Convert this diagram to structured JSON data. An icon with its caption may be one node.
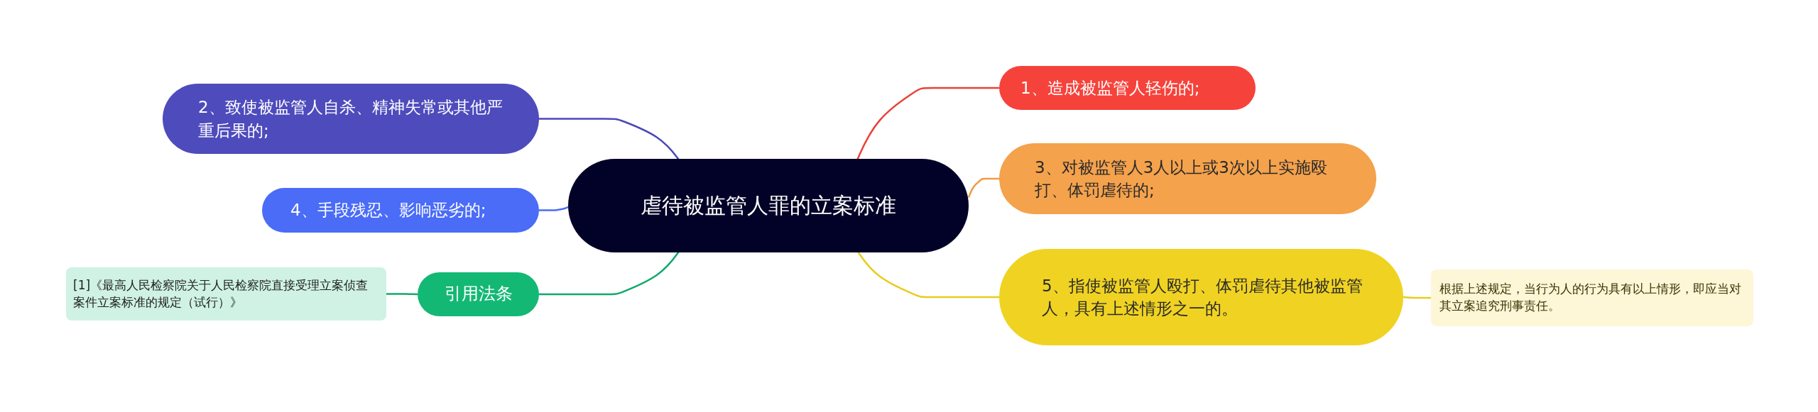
{
  "diagram": {
    "nodes": [
      {
        "text": [
          "虐待被监管人罪的立案标准"
        ]
      },
      {
        "text": [
          "1、造成被监管人轻伤的;"
        ]
      },
      {
        "text": [
          "2、致使被监管人自杀、精神失常或其他严重后果的;"
        ]
      },
      {
        "text": [
          "3、对被监管人3人以上或3次以上实施殴打、体罚虐待的;"
        ]
      },
      {
        "text": [
          "4、手段残忍、影响恶劣的;"
        ]
      },
      {
        "text": [
          "5、指使被监管人殴打、体罚虐待其他被监管人，具有上述情形之一的。"
        ]
      },
      {
        "text": [
          "引用法条"
        ]
      },
      {
        "text": [
          "[1]《最高人民检察院关于人民检察院直接受理立案侦查案件立案标准的规定（试行）》"
        ]
      },
      {
        "text": [
          "根据上述规定，当行为人的行为具有以上情形，即应当对其立案追究刑事责任。"
        ]
      }
    ],
    "edges": [
      {
        "from": 0,
        "to": 1,
        "arrow": "none",
        "color": "#e8423a"
      },
      {
        "from": 0,
        "to": 2,
        "arrow": "none",
        "color": "#4a48b8"
      },
      {
        "from": 0,
        "to": 3,
        "arrow": "none",
        "color": "#f19a45"
      },
      {
        "from": 0,
        "to": 4,
        "arrow": "none",
        "color": "#4a6cf7"
      },
      {
        "from": 0,
        "to": 5,
        "arrow": "none",
        "color": "#e8cc1e"
      },
      {
        "from": 0,
        "to": 6,
        "arrow": "none",
        "color": "#13a96b"
      },
      {
        "from": 6,
        "to": 7,
        "arrow": "none",
        "color": "#13a96b"
      },
      {
        "from": 5,
        "to": 8,
        "arrow": "none",
        "color": "#e8cc1e"
      }
    ]
  }
}
